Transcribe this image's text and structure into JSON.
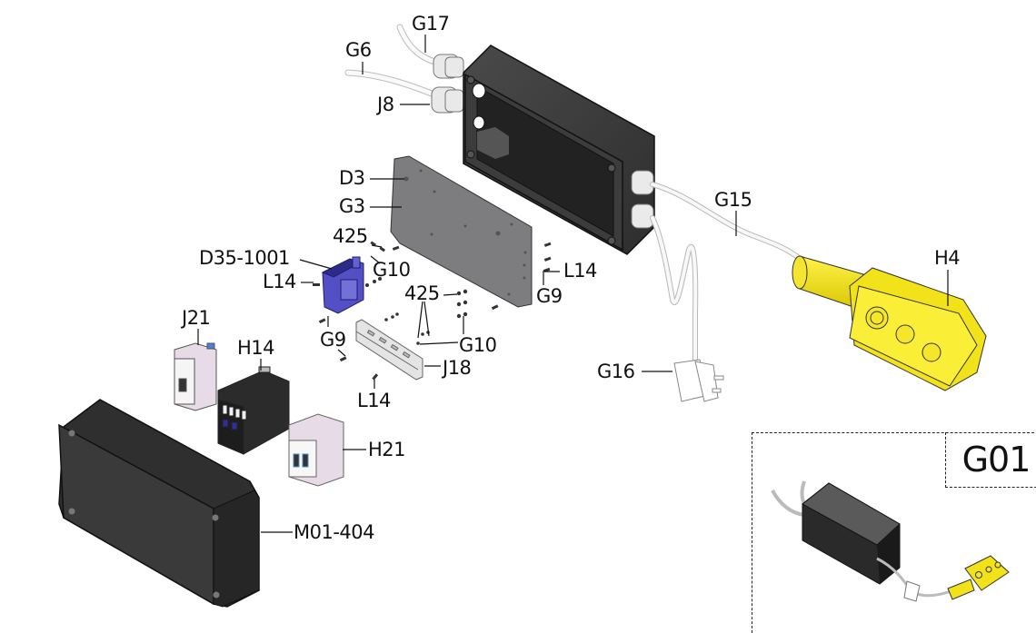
{
  "diagram": {
    "type": "exploded-parts-diagram",
    "subject": "control box assembly with pendant controller",
    "callouts": [
      {
        "id": "G17",
        "label": "G17",
        "part": "cable"
      },
      {
        "id": "G6",
        "label": "G6",
        "part": "cable"
      },
      {
        "id": "J8",
        "label": "J8",
        "part": "cable-gland"
      },
      {
        "id": "D3",
        "label": "D3",
        "part": "screw"
      },
      {
        "id": "G3",
        "label": "G3",
        "part": "mounting-plate"
      },
      {
        "id": "425a",
        "label": "425",
        "part": "screw"
      },
      {
        "id": "G10a",
        "label": "G10",
        "part": "washer"
      },
      {
        "id": "D35-1001",
        "label": "D35-1001",
        "part": "transformer"
      },
      {
        "id": "L14a",
        "label": "L14",
        "part": "screw"
      },
      {
        "id": "L14b",
        "label": "L14",
        "part": "screw"
      },
      {
        "id": "G9a",
        "label": "G9",
        "part": "screw"
      },
      {
        "id": "425b",
        "label": "425",
        "part": "screw"
      },
      {
        "id": "G9b",
        "label": "G9",
        "part": "screw"
      },
      {
        "id": "G10b",
        "label": "G10",
        "part": "washer"
      },
      {
        "id": "J18",
        "label": "J18",
        "part": "din-rail"
      },
      {
        "id": "J21",
        "label": "J21",
        "part": "circuit-breaker"
      },
      {
        "id": "H14",
        "label": "H14",
        "part": "contactor"
      },
      {
        "id": "L14c",
        "label": "L14",
        "part": "screw"
      },
      {
        "id": "H21",
        "label": "H21",
        "part": "circuit-breaker"
      },
      {
        "id": "M01-404",
        "label": "M01-404",
        "part": "enclosure-lid"
      },
      {
        "id": "G15",
        "label": "G15",
        "part": "cable"
      },
      {
        "id": "G16",
        "label": "G16",
        "part": "plug"
      },
      {
        "id": "H4",
        "label": "H4",
        "part": "pendant-controller"
      }
    ],
    "inset": {
      "title": "G01",
      "description": "assembled view"
    },
    "colors": {
      "enclosure": "#3a3a3a",
      "plate": "#7d7d80",
      "transformer": "#4a48b8",
      "breaker": "#e6dbe6",
      "pendant": "#f2e21a",
      "cable": "#f4f4f4"
    }
  }
}
